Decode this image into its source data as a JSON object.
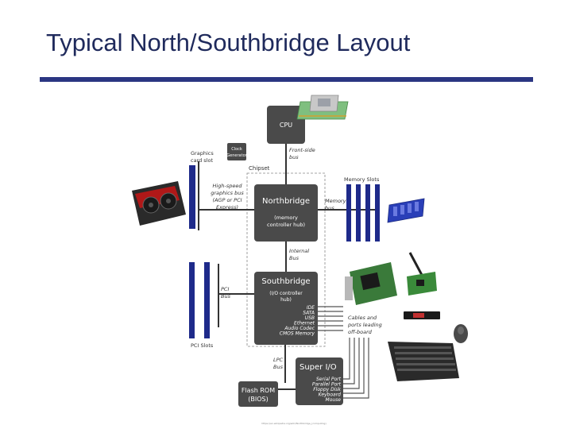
{
  "slide": {
    "title": "Typical North/Southbridge Layout",
    "image_credit": "https://en.wikipedia.org/wiki/Northbridge_(computing)"
  },
  "diagram": {
    "cpu": "CPU",
    "clock_generator": [
      "Clock",
      "Generator"
    ],
    "front_side_bus": [
      "Front-side",
      "bus"
    ],
    "graphics_card_slot": [
      "Graphics",
      "card slot"
    ],
    "chipset": "Chipset",
    "high_speed_bus": [
      "High-speed",
      "graphics bus",
      "(AGP or PCI",
      "Express)"
    ],
    "northbridge": "Northbridge",
    "northbridge_sub": [
      "(memory",
      "controller hub)"
    ],
    "memory_slots": "Memory Slots",
    "memory_bus": [
      "Memory",
      "bus"
    ],
    "internal_bus": [
      "Internal",
      "Bus"
    ],
    "southbridge": "Southbridge",
    "southbridge_sub": [
      "(I/O controller",
      "hub)"
    ],
    "southbridge_ports": [
      "IDE",
      "SATA",
      "USB",
      "Ethernet",
      "Audio Codec",
      "CMOS Memory"
    ],
    "pci_bus": [
      "PCI",
      "Bus"
    ],
    "pci_slots": "PCI Slots",
    "cables": [
      "Cables and",
      "ports leading",
      "off-board"
    ],
    "lpc_bus": [
      "LPC",
      "Bus"
    ],
    "super_io": "Super I/O",
    "super_io_ports": [
      "Serial Port",
      "Parallel Port",
      "Floppy Disk",
      "Keyboard",
      "Mouse"
    ],
    "flash_rom": [
      "Flash ROM",
      "(BIOS)"
    ]
  },
  "colors": {
    "title": "#1f2a5c",
    "rule": "#2b3682",
    "slot_blue": "#1e2a8a",
    "block_gray": "#4a4a4a",
    "bus_line": "#333333"
  },
  "icons": [
    "cpu-chip-icon",
    "graphics-card-icon",
    "memory-stick-icon",
    "network-card-icon",
    "wifi-card-icon",
    "ssd-icon",
    "mouse-icon",
    "keyboard-icon"
  ]
}
